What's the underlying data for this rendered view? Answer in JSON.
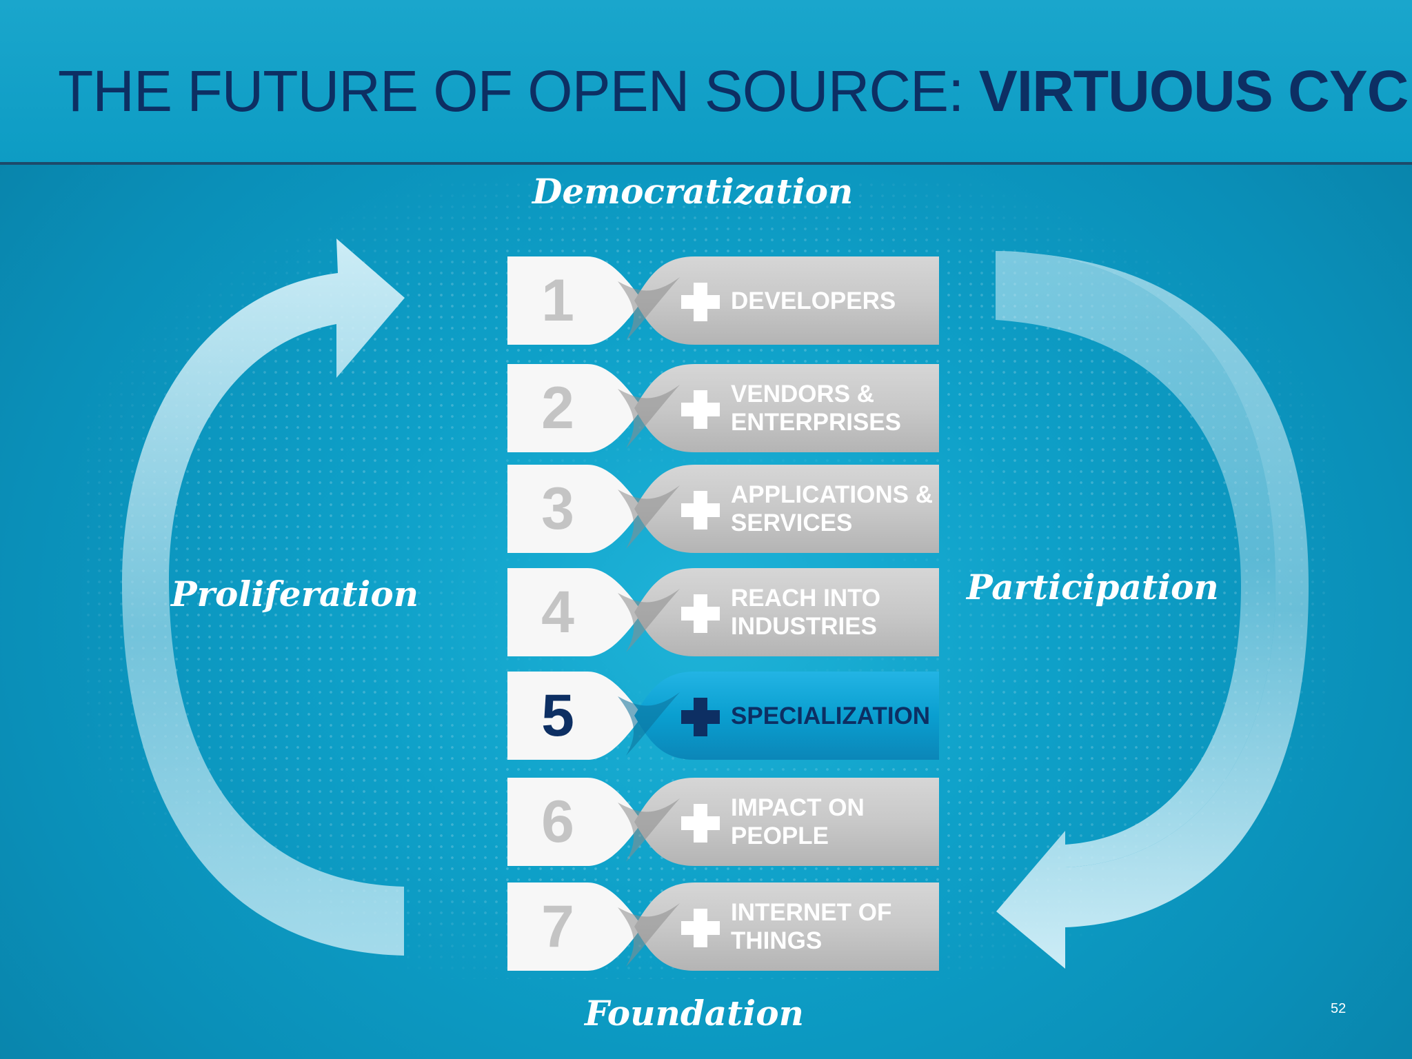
{
  "slide": {
    "title_regular": "THE FUTURE OF OPEN SOURCE: ",
    "title_bold": "VIRTUOUS CYCLE",
    "page_number": "52"
  },
  "cycle": {
    "top": "Democratization",
    "left": "Proliferation",
    "right": "Participation",
    "bottom": "Foundation"
  },
  "items": [
    {
      "number": "1",
      "label": "DEVELOPERS"
    },
    {
      "number": "2",
      "label": "VENDORS &\nENTERPRISES"
    },
    {
      "number": "3",
      "label": "APPLICATIONS &\nSERVICES"
    },
    {
      "number": "4",
      "label": "REACH INTO\nINDUSTRIES"
    },
    {
      "number": "5",
      "label": "SPECIALIZATION",
      "highlighted": true
    },
    {
      "number": "6",
      "label": "IMPACT ON\nPEOPLE"
    },
    {
      "number": "7",
      "label": "INTERNET OF\nTHINGS"
    }
  ],
  "colors": {
    "background": "#0ea0c8",
    "title": "#0d2f63",
    "tab_inactive": "#c8c8c8",
    "tab_active": "#0a9fd0",
    "arrow": "#cfeef7"
  },
  "icons": {
    "plus": "plus-icon",
    "arrows": [
      "cycle-arrow-left",
      "cycle-arrow-right"
    ]
  }
}
